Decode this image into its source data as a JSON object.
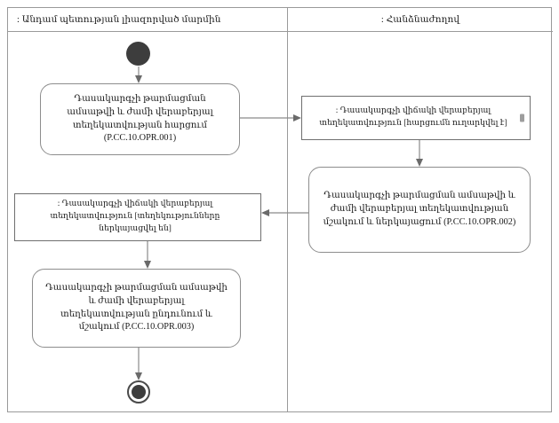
{
  "diagram": {
    "title": "UML Activity Diagram",
    "stroke_color": "#8a8a8a",
    "node_fill": "#ffffff",
    "marker_color": "#3d3d3d"
  },
  "lanes": [
    {
      "id": "lane-member-state",
      "label": ": Անդամ պետության լիազորված մարմին"
    },
    {
      "id": "lane-commission",
      "label": ": Հանձնաժողով"
    }
  ],
  "nodes": {
    "initial": {
      "name": "initial-node",
      "label": ""
    },
    "action_opr_001": {
      "label": "Դասակարգչի թարմացման ամսաթվի և ժամի վերաբերյալ տեղեկատվության հարցում (P.CC.10.OPR.001)",
      "code": "P.CC.10.OPR.001"
    },
    "object_request_sent": {
      "label": ": Դասակարգչի վիճակի վերաբերյալ տեղեկատվություն [հարցումն ուղարկվել է]",
      "state": "[հարցումն ուղարկվել է]"
    },
    "action_opr_002": {
      "label": "Դասակարգչի թարմացման ամսաթվի և ժամի վերաբերյալ տեղեկատվության մշակում և ներկայացում (P.CC.10.OPR.002)",
      "code": "P.CC.10.OPR.002"
    },
    "object_info_presented": {
      "label": ": Դասակարգչի վիճակի վերաբերյալ տեղեկատվություն [տեղեկությունները ներկայացվել են]",
      "state": "[տեղեկությունները ներկայացվել են]"
    },
    "action_opr_003": {
      "label": "Դասակարգչի թարմացման ամսաթվի և ժամի վերաբերյալ տեղեկատվության ընդունում և մշակում (P.CC.10.OPR.003)",
      "code": "P.CC.10.OPR.003"
    },
    "final": {
      "name": "final-node",
      "label": ""
    }
  },
  "edges": [
    {
      "from": "initial",
      "to": "action_opr_001"
    },
    {
      "from": "action_opr_001",
      "to": "object_request_sent"
    },
    {
      "from": "object_request_sent",
      "to": "action_opr_002"
    },
    {
      "from": "action_opr_002",
      "to": "object_info_presented"
    },
    {
      "from": "object_info_presented",
      "to": "action_opr_003"
    },
    {
      "from": "action_opr_003",
      "to": "final"
    }
  ]
}
